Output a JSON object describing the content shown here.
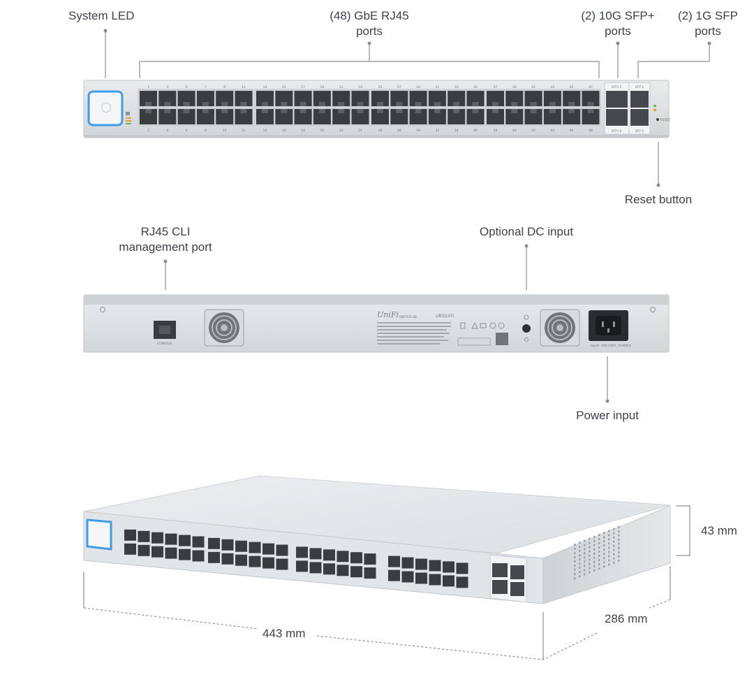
{
  "labels": {
    "system_led": "System LED",
    "rj45_ports_line1": "(48) GbE RJ45",
    "rj45_ports_line2": "ports",
    "sfp_plus_line1": "(2) 10G SFP+",
    "sfp_plus_line2": "ports",
    "sfp_line1": "(2) 1G SFP",
    "sfp_line2": "ports",
    "reset_button": "Reset button",
    "cli_line1": "RJ45 CLI",
    "cli_line2": "management port",
    "dc_input": "Optional DC input",
    "power_input": "Power input",
    "height": "43 mm",
    "depth": "286 mm",
    "width": "443 mm"
  },
  "front_panel": {
    "port_count": 48,
    "top_row_numbers": [
      "1",
      "3",
      "5",
      "7",
      "9",
      "11",
      "13",
      "15",
      "17",
      "19",
      "21",
      "23",
      "25",
      "27",
      "29",
      "31",
      "33",
      "35",
      "37",
      "39",
      "41",
      "43",
      "45",
      "47"
    ],
    "bottom_row_numbers": [
      "2",
      "4",
      "6",
      "8",
      "10",
      "12",
      "14",
      "16",
      "18",
      "20",
      "22",
      "24",
      "26",
      "28",
      "30",
      "32",
      "34",
      "36",
      "38",
      "40",
      "42",
      "44",
      "46",
      "48"
    ],
    "sfp_plus_top": "SFP+1",
    "sfp_plus_bottom": "SFP+2",
    "sfp_top": "SFP 1",
    "sfp_bottom": "SFP 2",
    "reset_text": "RESET"
  },
  "rear_panel": {
    "console_label": "CONSOLE",
    "brand": "UniFi",
    "model": "SWITCH 48",
    "maker": "UBIQUITI",
    "power_spec": "Input: 100-240V, 50/60Hz"
  },
  "colors": {
    "chassis": "#d7dadd",
    "panel": "#e4e6e8",
    "port": "#3a3d40",
    "led_ring": "#3f9ce6",
    "leader": "#8a8f96"
  }
}
